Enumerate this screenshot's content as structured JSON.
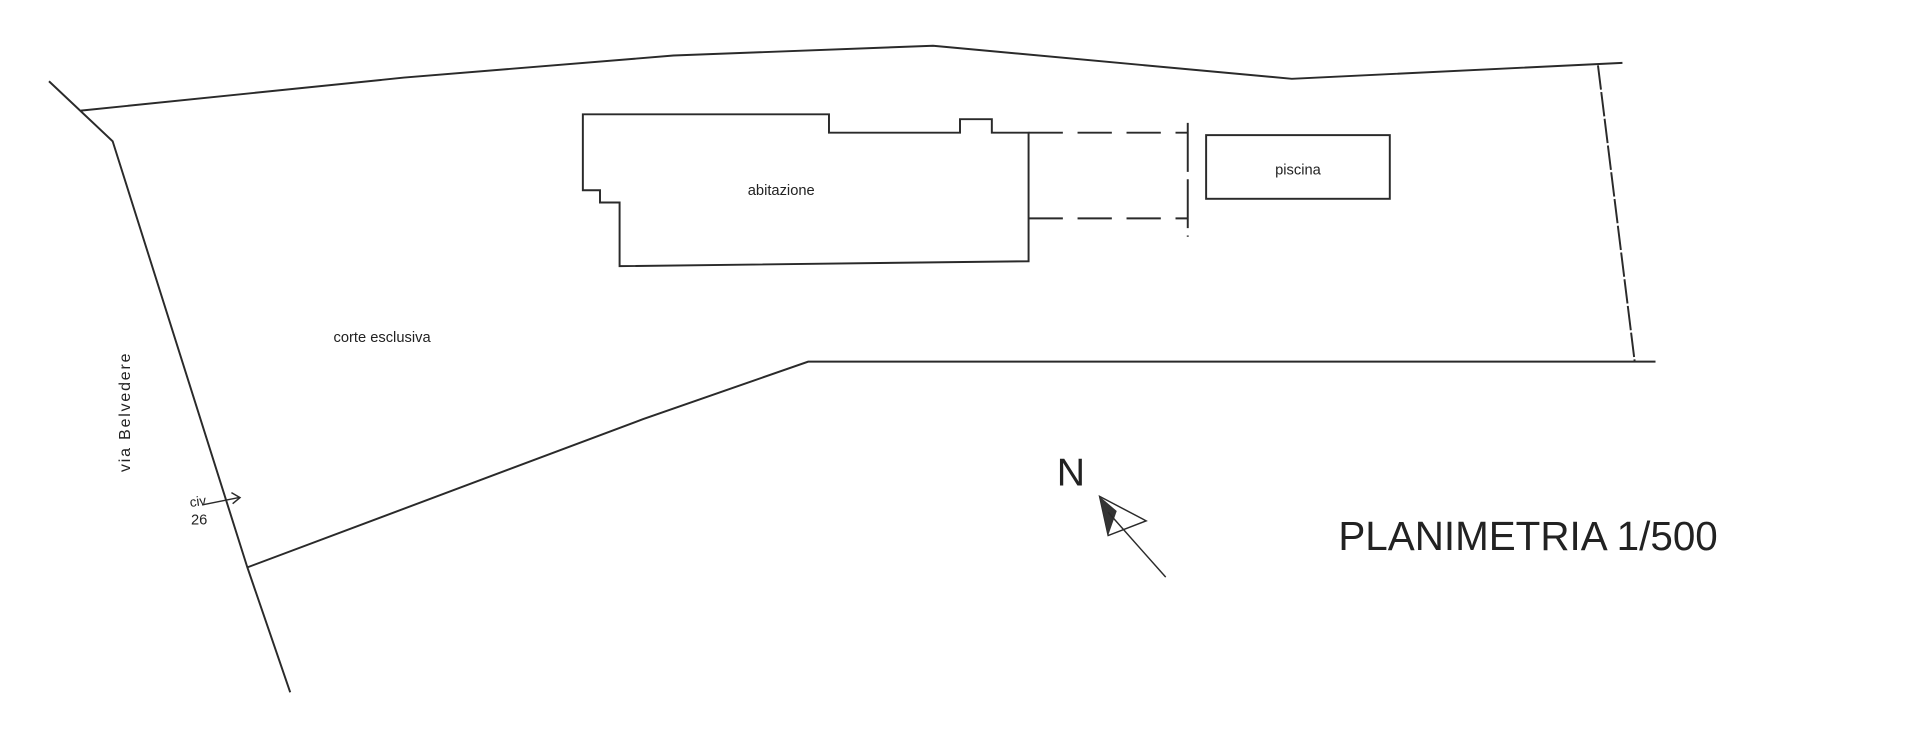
{
  "plan": {
    "title": "PLANIMETRIA 1/500",
    "north_label": "N",
    "street": "via Belvedere",
    "civic_label": "civ",
    "civic_number": "26",
    "areas": {
      "house": "abitazione",
      "pool": "piscina",
      "courtyard": "corte esclusiva"
    }
  },
  "colors": {
    "ink": "#2a2a2a",
    "paper": "#ffffff"
  }
}
